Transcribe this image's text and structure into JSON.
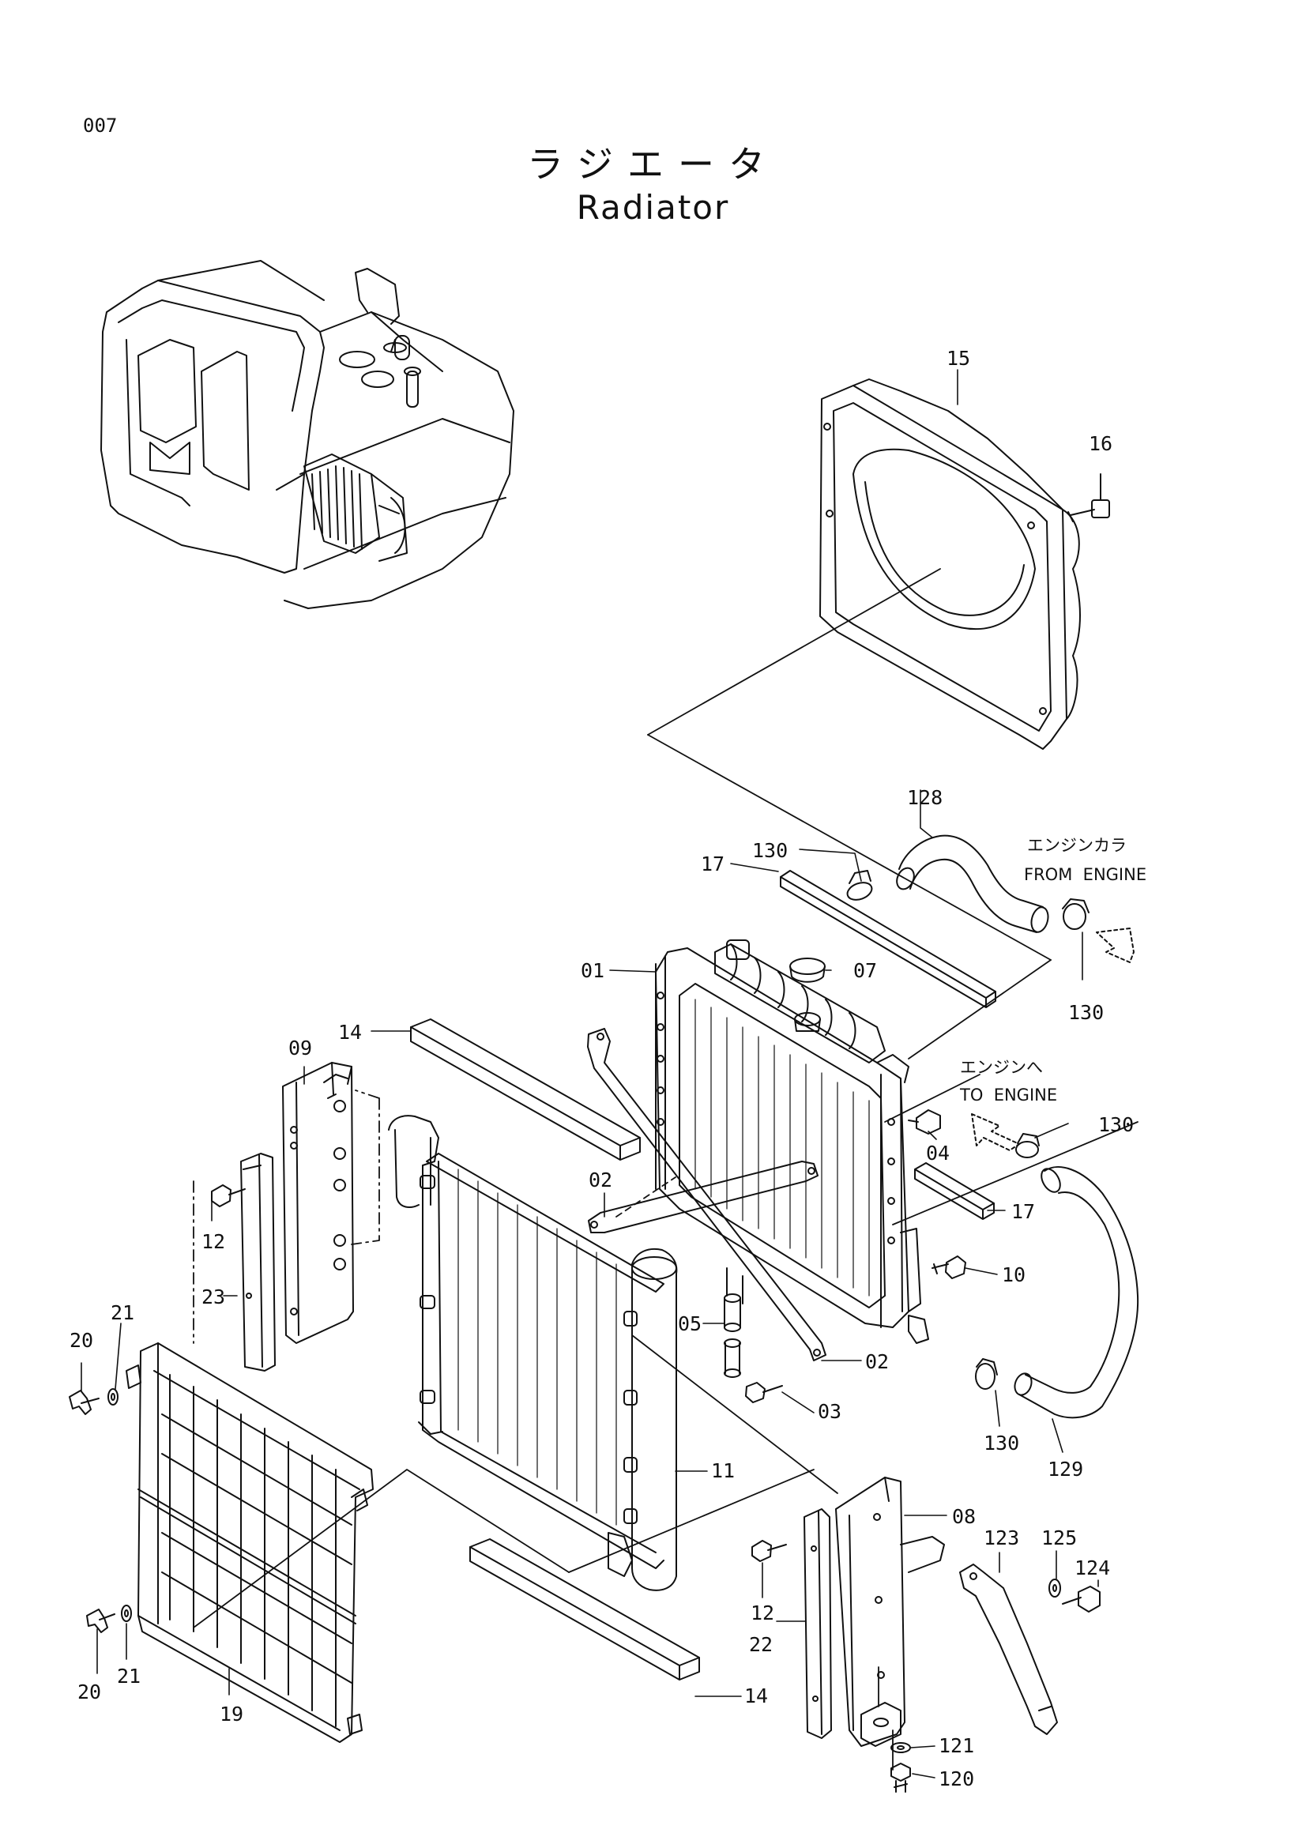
{
  "header": {
    "page_number": "007",
    "title_jp": "ラジエータ",
    "title_en": "Radiator"
  },
  "notes": {
    "from_engine_jp": "エンジンカラ",
    "from_engine_en": "FROM  ENGINE",
    "to_engine_jp": "エンジンへ",
    "to_engine_en": "TO  ENGINE"
  },
  "part_callouts": [
    {
      "id": "c15",
      "label": "15"
    },
    {
      "id": "c16",
      "label": "16"
    },
    {
      "id": "c128",
      "label": "128"
    },
    {
      "id": "c130a",
      "label": "130"
    },
    {
      "id": "c17a",
      "label": "17"
    },
    {
      "id": "c01",
      "label": "01"
    },
    {
      "id": "c07",
      "label": "07"
    },
    {
      "id": "c130b",
      "label": "130"
    },
    {
      "id": "c14a",
      "label": "14"
    },
    {
      "id": "c09",
      "label": "09"
    },
    {
      "id": "c04",
      "label": "04"
    },
    {
      "id": "c130c",
      "label": "130"
    },
    {
      "id": "c02a",
      "label": "02"
    },
    {
      "id": "c17b",
      "label": "17"
    },
    {
      "id": "c12a",
      "label": "12"
    },
    {
      "id": "c10",
      "label": "10"
    },
    {
      "id": "c23",
      "label": "23"
    },
    {
      "id": "c05",
      "label": "05"
    },
    {
      "id": "c21a",
      "label": "21"
    },
    {
      "id": "c20a",
      "label": "20"
    },
    {
      "id": "c02b",
      "label": "02"
    },
    {
      "id": "c03",
      "label": "03"
    },
    {
      "id": "c130d",
      "label": "130"
    },
    {
      "id": "c129",
      "label": "129"
    },
    {
      "id": "c11",
      "label": "11"
    },
    {
      "id": "c08",
      "label": "08"
    },
    {
      "id": "c123",
      "label": "123"
    },
    {
      "id": "c125",
      "label": "125"
    },
    {
      "id": "c124",
      "label": "124"
    },
    {
      "id": "c12b",
      "label": "12"
    },
    {
      "id": "c22",
      "label": "22"
    },
    {
      "id": "c20b",
      "label": "20"
    },
    {
      "id": "c21b",
      "label": "21"
    },
    {
      "id": "c19",
      "label": "19"
    },
    {
      "id": "c14b",
      "label": "14"
    },
    {
      "id": "c121",
      "label": "121"
    },
    {
      "id": "c120",
      "label": "120"
    }
  ]
}
